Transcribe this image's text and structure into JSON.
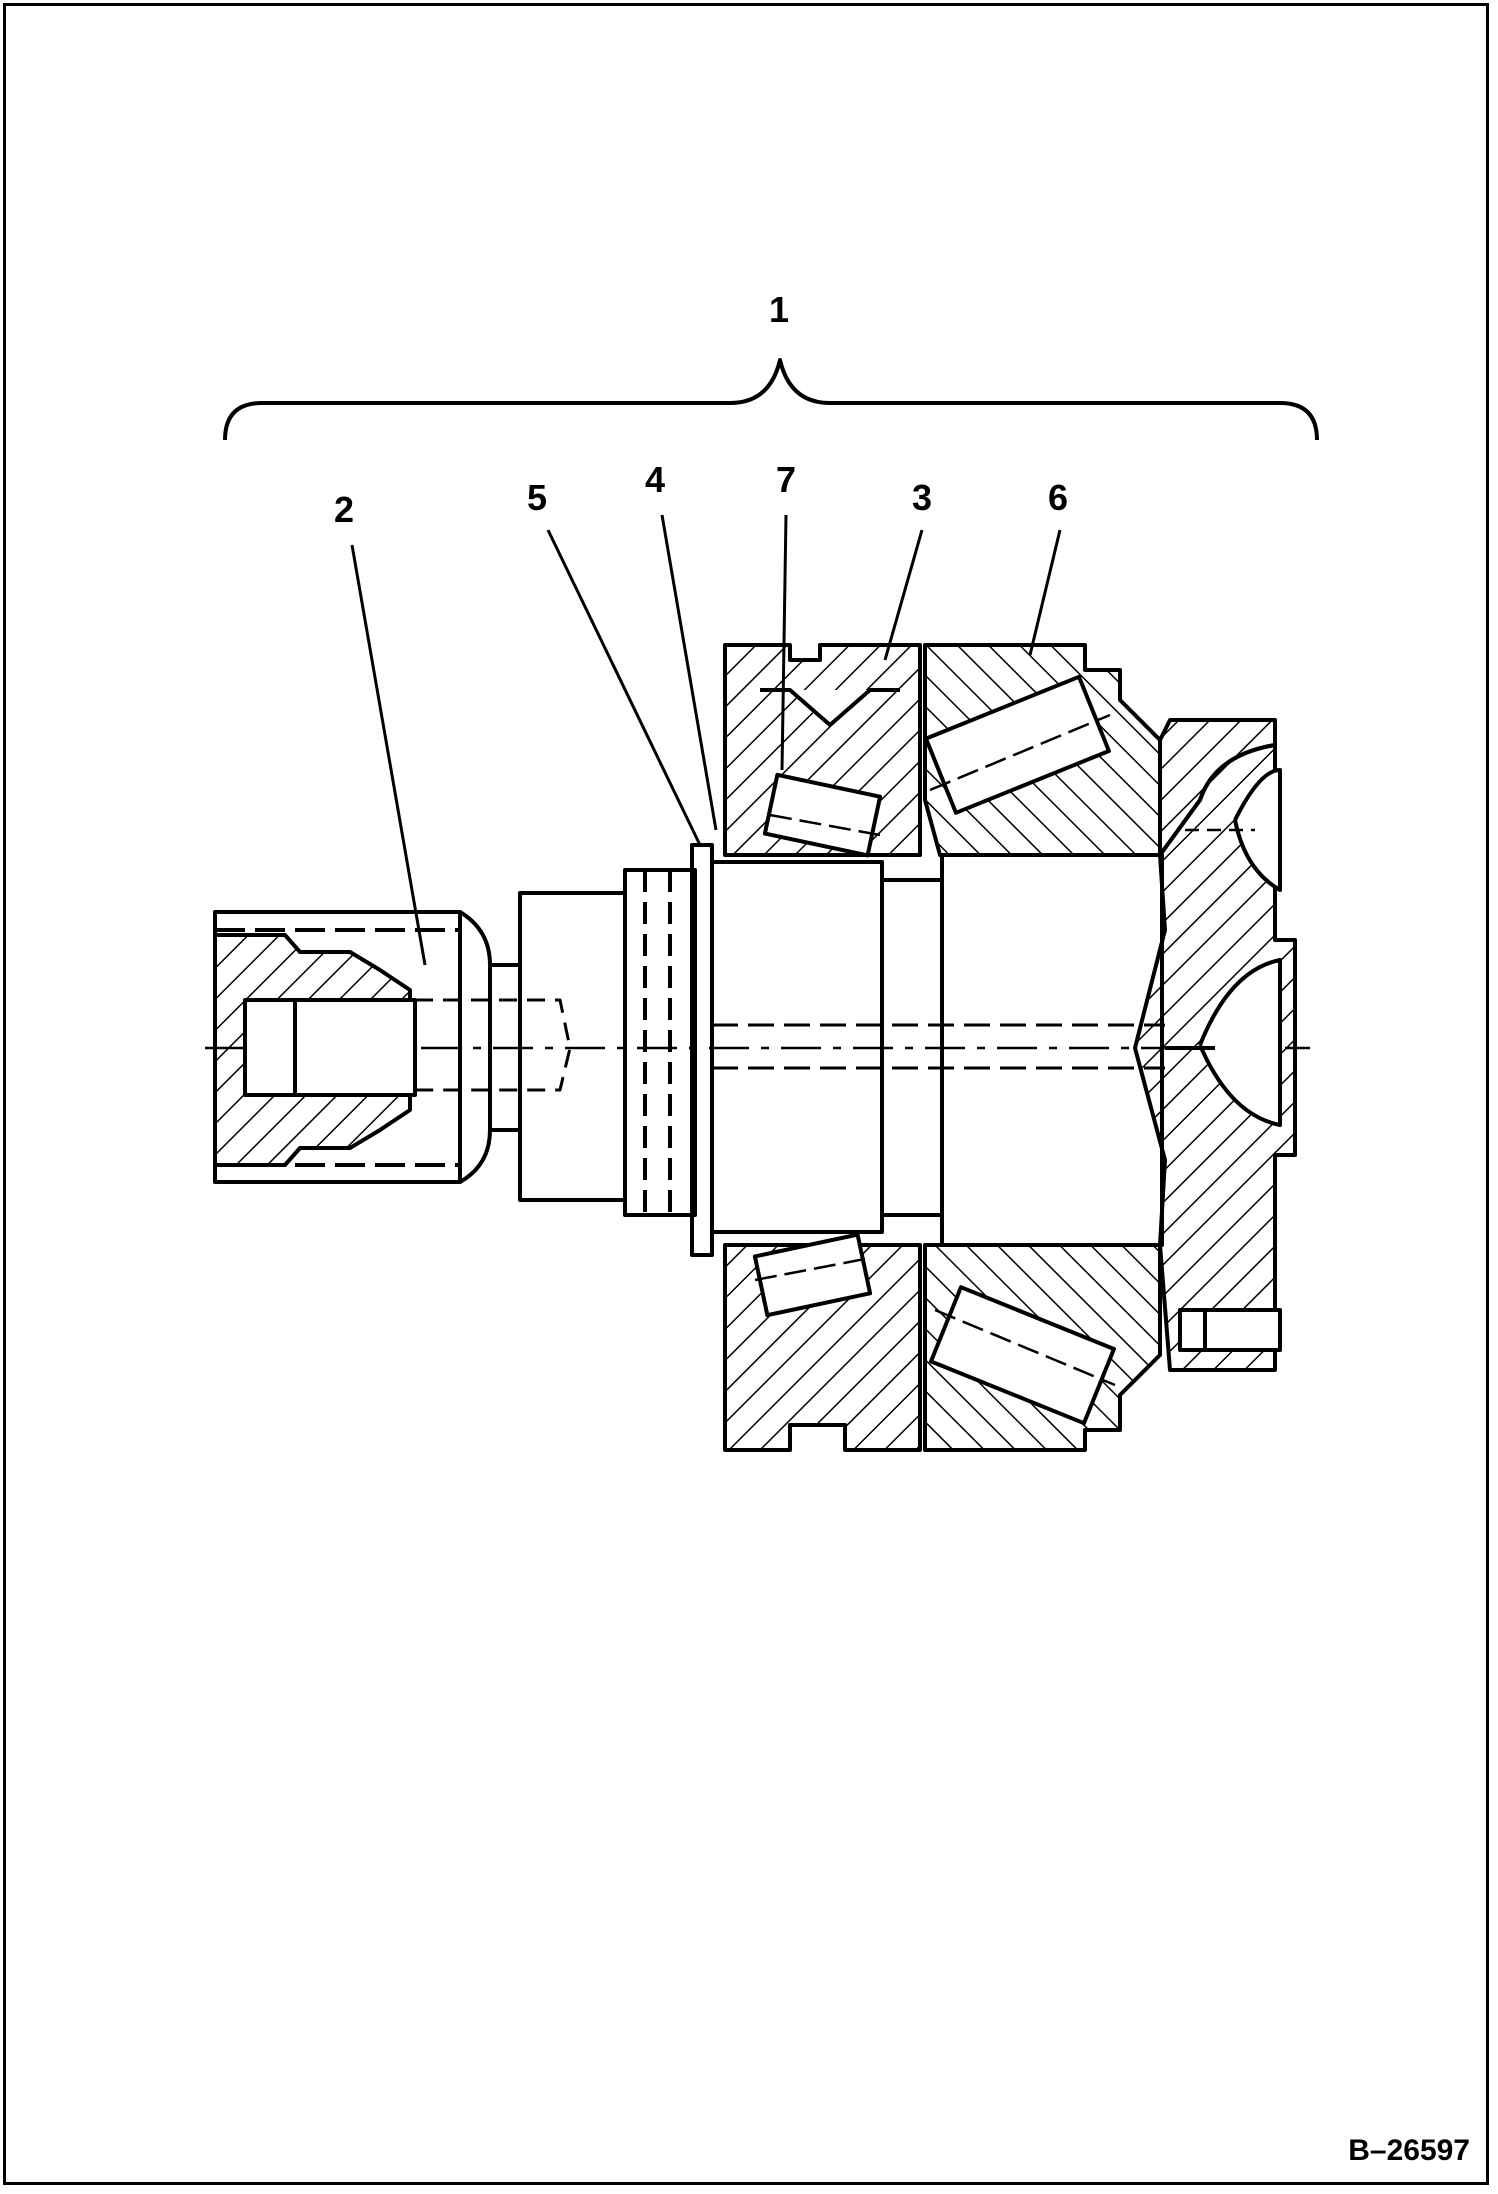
{
  "callouts": {
    "c1": "1",
    "c2": "2",
    "c3": "3",
    "c4": "4",
    "c5": "5",
    "c6": "6",
    "c7": "7"
  },
  "figure_id": "B–26597",
  "icons": [
    "assembly-bracket",
    "hatched-section",
    "leader-line"
  ],
  "colors": {
    "ink": "#000000",
    "paper": "#ffffff"
  }
}
